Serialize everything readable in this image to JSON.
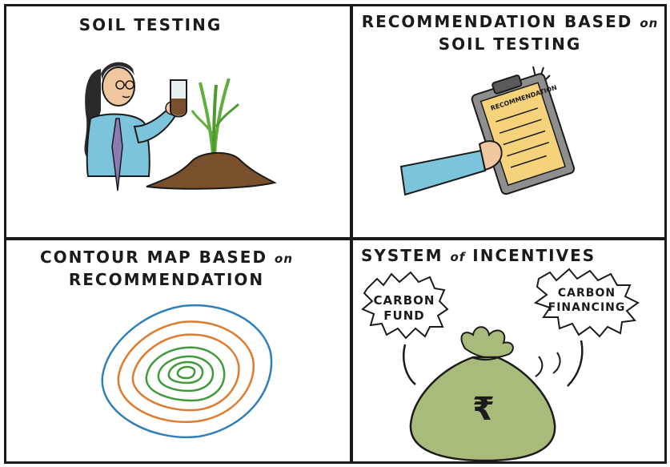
{
  "panels": {
    "soil_testing": {
      "title": "SOIL TESTING"
    },
    "recommendation": {
      "title_line1": "RECOMMENDATION BASED",
      "title_joiner": "on",
      "title_line2": "SOIL TESTING",
      "paper_label": "RECOMMENDATION"
    },
    "contour_map": {
      "title_line1": "CONTOUR MAP BASED",
      "title_joiner": "on",
      "title_line2": "RECOMMENDATION"
    },
    "incentives": {
      "title_prefix": "SYSTEM",
      "title_joiner": "of",
      "title_suffix": "INCENTIVES",
      "bubble_left_line1": "CARBON",
      "bubble_left_line2": "FUND",
      "bubble_right_line1": "CARBON",
      "bubble_right_line2": "FINANCING",
      "bag_symbol": "₹"
    }
  },
  "colors": {
    "ink": "#1b1b1b",
    "coat": "#7cc4dc",
    "soil": "#7a4f2b",
    "plant": "#5fae3e",
    "paper": "#f6d27a",
    "clipboard": "#8e8e8e",
    "contour_outer": "#2f7fb8",
    "contour_mid": "#e07b2e",
    "contour_inner": "#3f9a3a",
    "bag": "#a8bb7a"
  },
  "icons": [
    "scientist-illustration",
    "test-beaker-icon",
    "plant-icon",
    "soil-mound-icon",
    "hand-icon",
    "clipboard-icon",
    "contour-map-illustration",
    "money-bag-icon",
    "rupee-icon"
  ]
}
